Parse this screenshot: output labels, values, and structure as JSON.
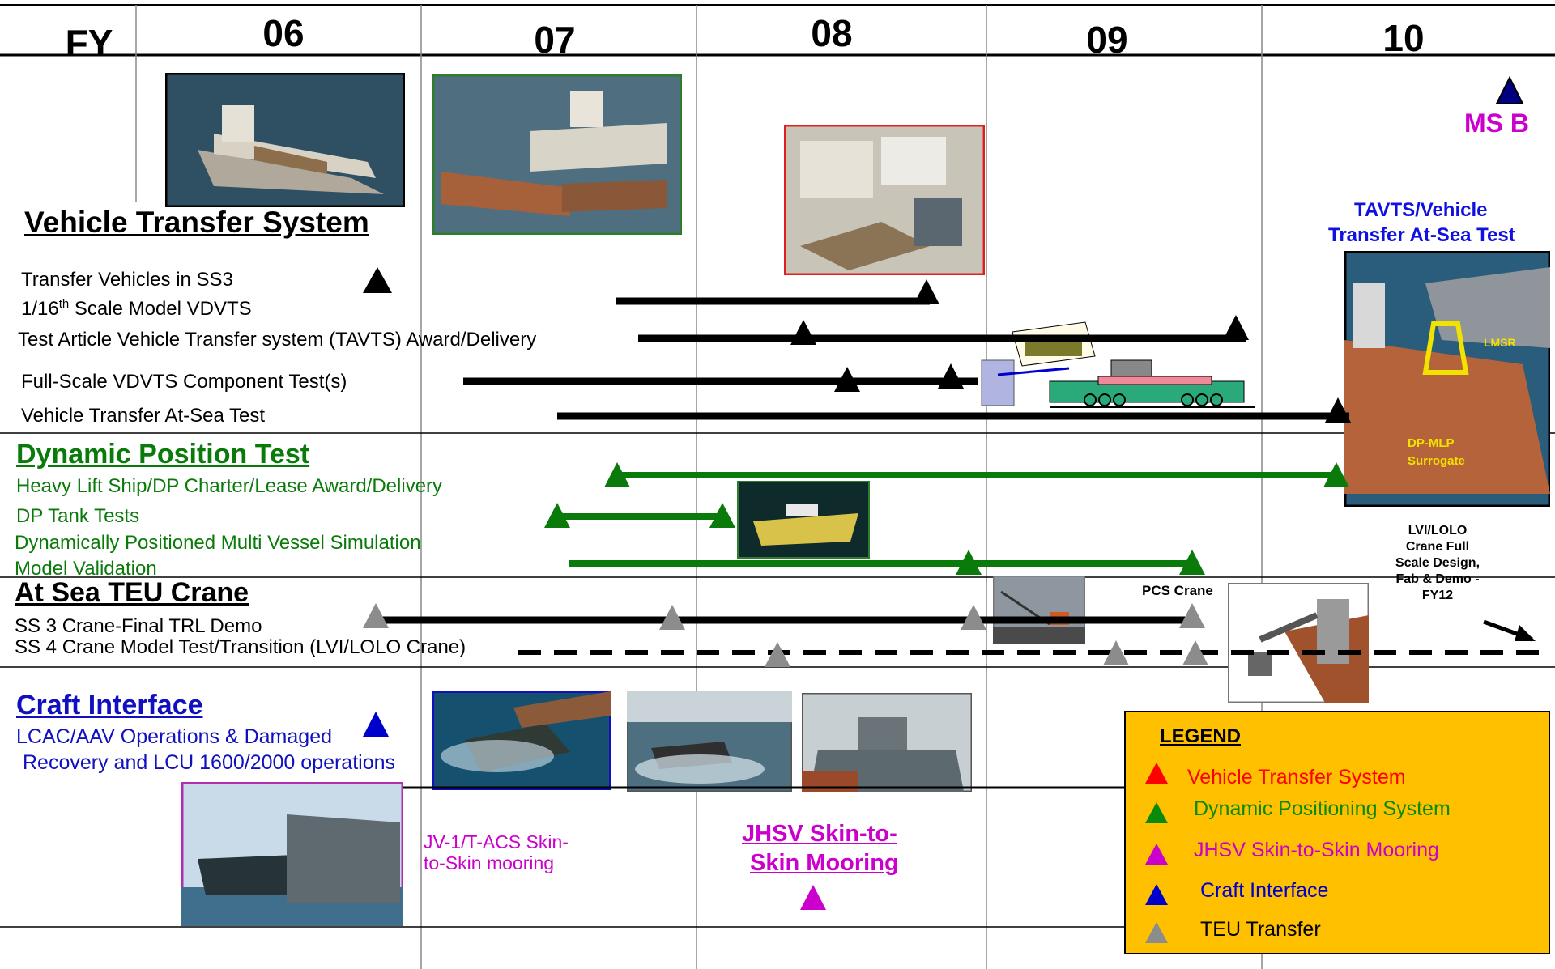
{
  "header": {
    "fy_label": "FY",
    "years": [
      "06",
      "07",
      "08",
      "09",
      "10"
    ]
  },
  "vts": {
    "title": "Vehicle Transfer System",
    "rows": [
      "Transfer Vehicles in SS3",
      "1/16",
      "th",
      " Scale Model VDVTS",
      "Test Article Vehicle Transfer system (TAVTS) Award/Delivery",
      "Full-Scale VDVTS Component Test(s)",
      "Vehicle Transfer At-Sea Test"
    ],
    "callout_line1": "TAVTS/Vehicle",
    "callout_line2": "Transfer At-Sea Test",
    "photo_labels": [
      "LMSR",
      "DP-MLP",
      "Surrogate"
    ]
  },
  "dp": {
    "title": "Dynamic Position Test",
    "rows": [
      "Heavy Lift Ship/DP Charter/Lease Award/Delivery",
      "DP Tank Tests",
      "Dynamically Positioned Multi Vessel Simulation",
      "Model Validation"
    ]
  },
  "crane": {
    "title": "At Sea TEU Crane",
    "rows": [
      "SS 3 Crane-Final TRL Demo",
      "SS 4 Crane Model Test/Transition (LVI/LOLO Crane)"
    ],
    "pcs_label": "PCS Crane",
    "lvi_note": [
      "LVI/LOLO",
      "Crane Full",
      "Scale Design,",
      "Fab & Demo -",
      "FY12"
    ]
  },
  "craft": {
    "title": "Craft Interface",
    "line1": "LCAC/AAV Operations & Damaged",
    "line2": "Recovery and LCU 1600/2000 operations",
    "jv_line1": "JV-1/T-ACS Skin-",
    "jv_line2": "to-Skin mooring",
    "jhsv_line1": "JHSV Skin-to-",
    "jhsv_line2": "Skin Mooring"
  },
  "milestone": {
    "label": "MS B"
  },
  "legend": {
    "title": "LEGEND",
    "items": [
      {
        "label": "Vehicle Transfer System",
        "color": "#ff0000"
      },
      {
        "label": "Dynamic Positioning System",
        "color": "#0a8a0a"
      },
      {
        "label": "JHSV Skin-to-Skin Mooring",
        "color": "#cc00cc"
      },
      {
        "label": "Craft Interface",
        "color": "#0000cc"
      },
      {
        "label": "TEU Transfer",
        "color": "#808080"
      }
    ]
  },
  "colors": {
    "vts_green": "#0a7a0a",
    "blue": "#1010c0",
    "magenta": "#cc00cc",
    "legend_bg": "#ffc000",
    "gray_marker": "#8c8c8c"
  }
}
